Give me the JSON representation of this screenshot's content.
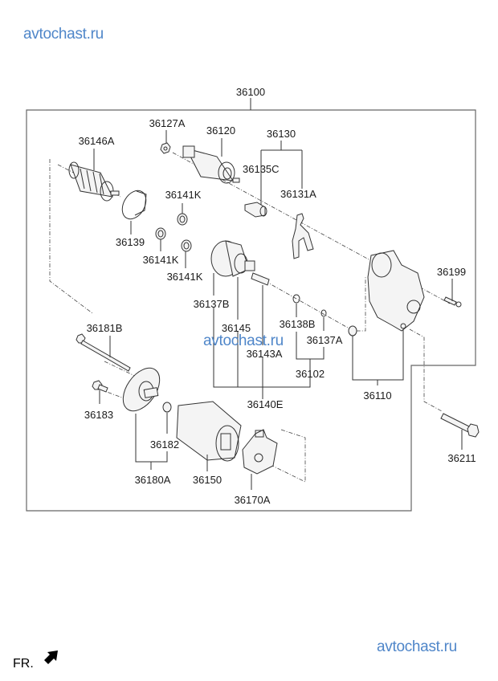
{
  "watermarks": {
    "top_left": "avtochast.ru",
    "middle": "avtochast.ru",
    "bottom_right": "avtochast.ru"
  },
  "orientation": {
    "label": "FR.",
    "icon": "front-direction-arrow-icon"
  },
  "assembly": {
    "label": "36100"
  },
  "parts": {
    "p36127A": "36127A",
    "p36120": "36120",
    "p36146A": "36146A",
    "p36130": "36130",
    "p36135C": "36135C",
    "p36131A": "36131A",
    "p36141K_a": "36141K",
    "p36141K_b": "36141K",
    "p36141K_c": "36141K",
    "p36139": "36139",
    "p36199": "36199",
    "p36137B": "36137B",
    "p36145": "36145",
    "p36138B": "36138B",
    "p36137A": "36137A",
    "p36143A": "36143A",
    "p36102": "36102",
    "p36181B": "36181B",
    "p36140E": "36140E",
    "p36110": "36110",
    "p36183": "36183",
    "p36182": "36182",
    "p36211": "36211",
    "p36180A": "36180A",
    "p36150": "36150",
    "p36170A": "36170A"
  }
}
